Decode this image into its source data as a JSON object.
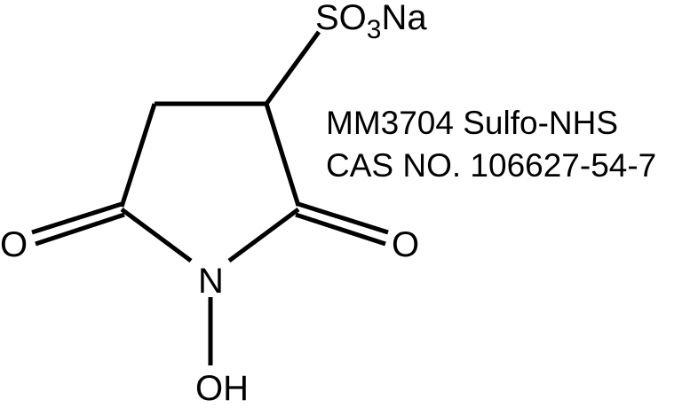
{
  "compound": {
    "catalog_line": "MM3704 Sulfo-NHS",
    "cas_line": "CAS NO. 106627-54-7"
  },
  "atoms": {
    "sulfonate": {
      "main": "SO",
      "subscript": "3",
      "tail": "Na"
    },
    "nitrogen": "N",
    "hydroxyl": "OH",
    "oxygen_left": "O",
    "oxygen_right": "O"
  },
  "colors": {
    "ink": "#000000",
    "background": "#ffffff"
  }
}
